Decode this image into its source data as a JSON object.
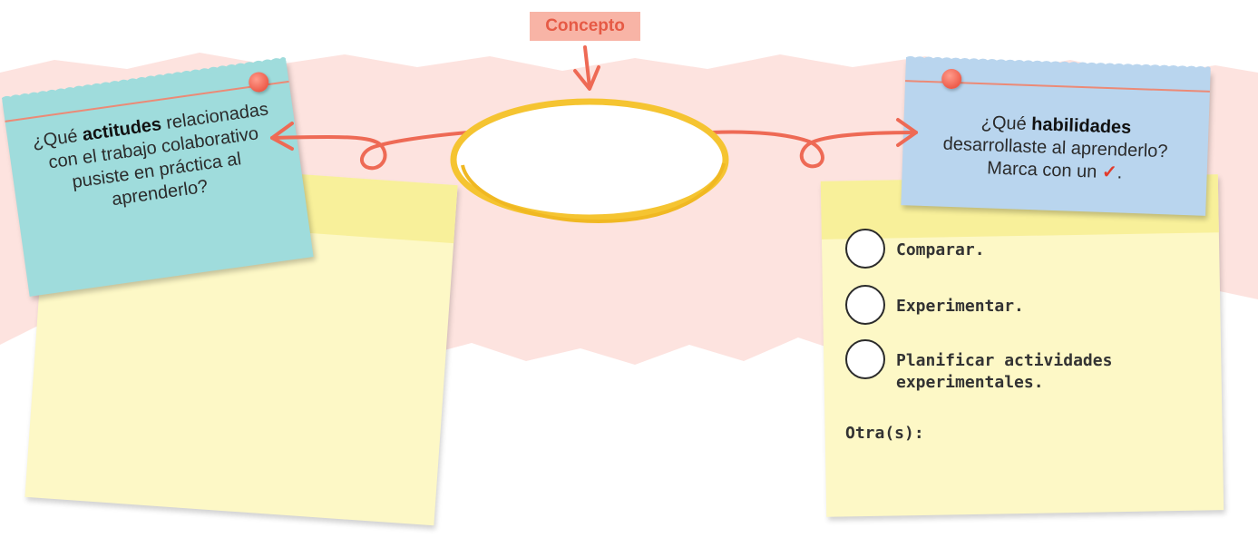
{
  "concept_tag": "Concepto",
  "left_card": {
    "q_prefix": "¿Qué ",
    "q_bold": "actitudes",
    "q_rest": "relacionadas con el trabajo colaborativo pusiste en práctica al aprenderlo?"
  },
  "right_card": {
    "q_prefix": "¿Qué ",
    "q_bold": "habilidades",
    "q_rest": "desarrollaste al aprenderlo?",
    "q_mark": "Marca con un",
    "check_mark": "✓",
    "q_end": "."
  },
  "options": [
    {
      "label": "Comparar."
    },
    {
      "label": "Experimentar."
    },
    {
      "label": "Planificar actividades experimentales."
    }
  ],
  "other_label": "Otra(s):",
  "colors": {
    "brush": "#fde3df",
    "accent": "#ee6a55",
    "teal_card": "#9fdcdc",
    "blue_card": "#b9d5ee",
    "sticky": "#fdf8c6",
    "ellipse": "#f5c431"
  }
}
